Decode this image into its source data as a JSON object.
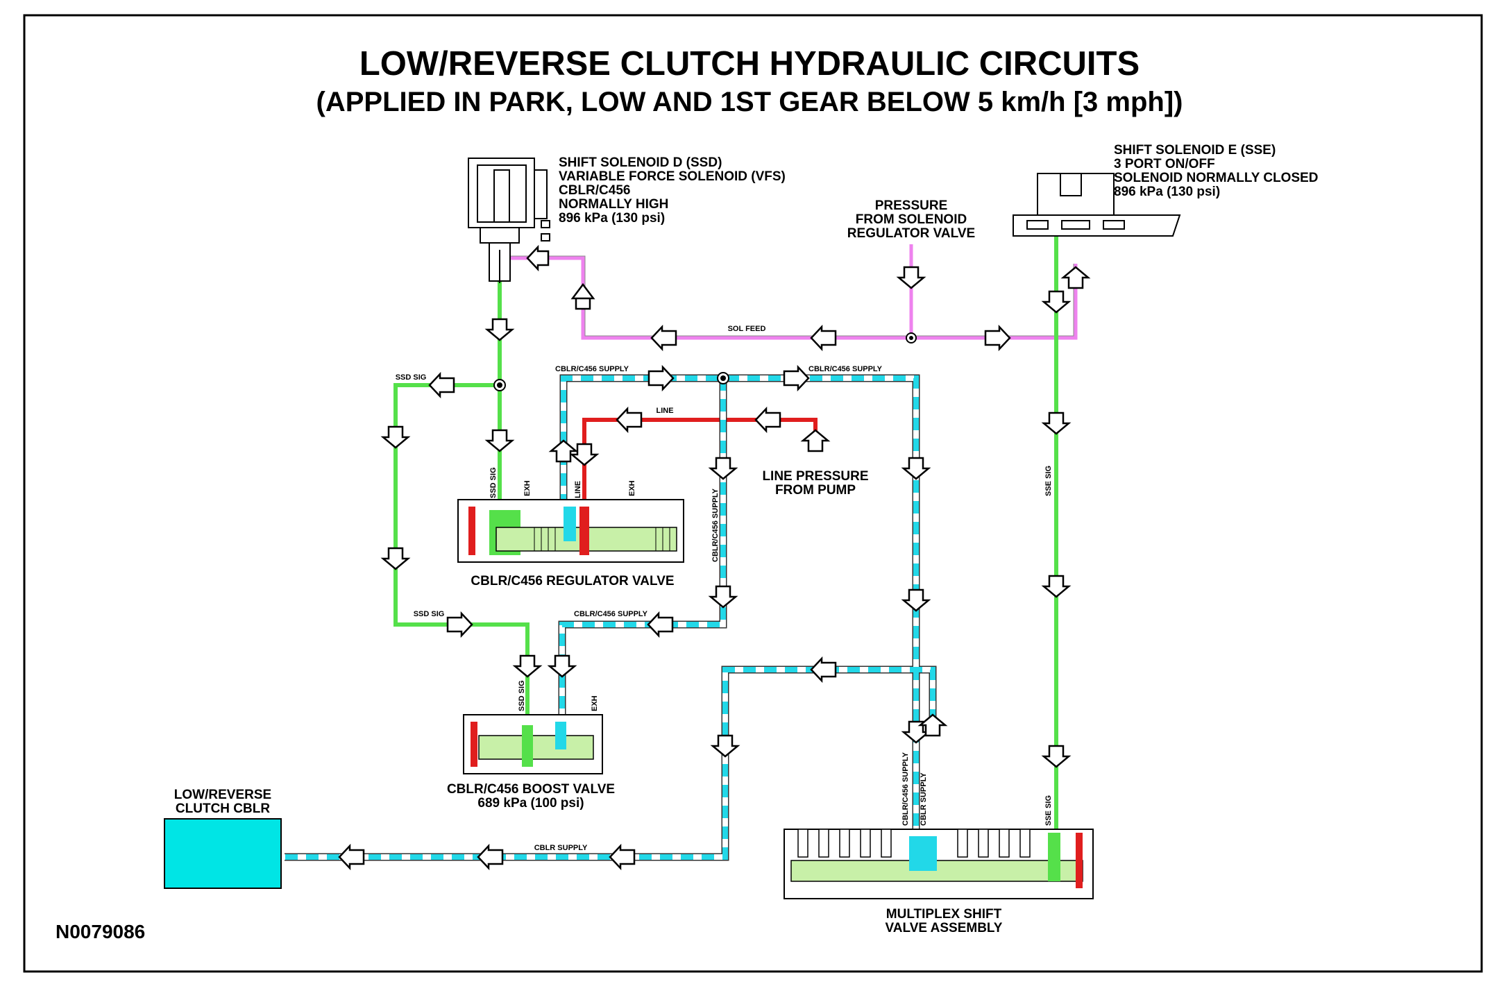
{
  "title": {
    "line1": "LOW/REVERSE CLUTCH HYDRAULIC CIRCUITS",
    "line2": "(APPLIED IN PARK, LOW AND 1ST GEAR BELOW 5 km/h [3 mph])"
  },
  "ssd": {
    "lines": [
      "SHIFT SOLENOID D (SSD)",
      "VARIABLE FORCE SOLENOID (VFS)",
      "CBLR/C456",
      "NORMALLY HIGH",
      "896 kPa (130 psi)"
    ]
  },
  "sse": {
    "lines": [
      "SHIFT SOLENOID E (SSE)",
      "3 PORT ON/OFF",
      "SOLENOID NORMALLY CLOSED",
      "896 kPa (130 psi)"
    ]
  },
  "pressure_src": {
    "lines": [
      "PRESSURE",
      "FROM SOLENOID",
      "REGULATOR VALVE"
    ]
  },
  "line_pump": {
    "lines": [
      "LINE PRESSURE",
      "FROM PUMP"
    ]
  },
  "regulator": {
    "label": "CBLR/C456 REGULATOR VALVE"
  },
  "boost": {
    "lines": [
      "CBLR/C456 BOOST VALVE",
      "689 kPa (100 psi)"
    ]
  },
  "clutch": {
    "lines": [
      "LOW/REVERSE",
      "CLUTCH CBLR"
    ]
  },
  "multiplex": {
    "lines": [
      "MULTIPLEX SHIFT",
      "VALVE ASSEMBLY"
    ]
  },
  "circuits": {
    "sol_feed": "SOL FEED",
    "ssd_sig": "SSD SIG",
    "cblr_supply_1": "CBLR/C456 SUPPLY",
    "cblr_supply_2": "CBLR/C456 SUPPLY",
    "line": "LINE",
    "cblr_supply_3": "CBLR/C456 SUPPLY",
    "ssd_sig_2": "SSD SIG",
    "cblr_supply_only": "CBLR SUPPLY",
    "sse_sig": "SSE SIG"
  },
  "port_labels": {
    "reg_ssd": "SSD SIG",
    "reg_exh1": "EXH",
    "reg_line": "LINE",
    "reg_exh2": "EXH",
    "reg_supply": "CBLR/C456 SUPPLY",
    "boost_ssd": "SSD SIG",
    "boost_exh": "EXH",
    "mux_supply": "CBLR/C456 SUPPLY",
    "mux_cblr": "CBLR SUPPLY",
    "mux_sse": "SSE SIG",
    "sse_vert": "SSE SIG"
  },
  "ref_code": "N0079086",
  "colors": {
    "sol_feed": "#ee82ee",
    "signal": "#55e04a",
    "line": "#e01e1e",
    "supply": "#22d8e8",
    "valve_body": "#c8f0a8",
    "clutch": "#00e5e5"
  }
}
